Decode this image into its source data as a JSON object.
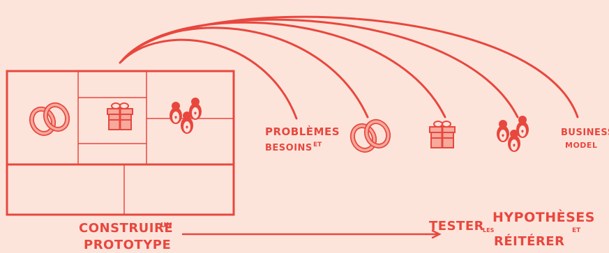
{
  "diagram": {
    "colors": {
      "background": "#fde4db",
      "ink": "#e8473e",
      "fill": "#f7a99c"
    },
    "canvas_block": {
      "icons": [
        "rings-icon",
        "gift-icon",
        "penguins-icon"
      ]
    },
    "labels": {
      "construire_a": "CONSTRUIRE",
      "construire_b": "UN",
      "construire_c": "PROTOTYPE",
      "problemes": "PROBLÈMES",
      "besoins": "BESOINS",
      "besoins_et": "ET",
      "business": "BUSINESS",
      "model": "MODEL",
      "tester": "TESTER",
      "les": "LES",
      "hypotheses": "HYPOTHÈSES",
      "et": "ET",
      "reiterer": "RÉITÉRER"
    },
    "row_icons": [
      "rings-icon",
      "gift-icon",
      "penguins-icon"
    ]
  }
}
